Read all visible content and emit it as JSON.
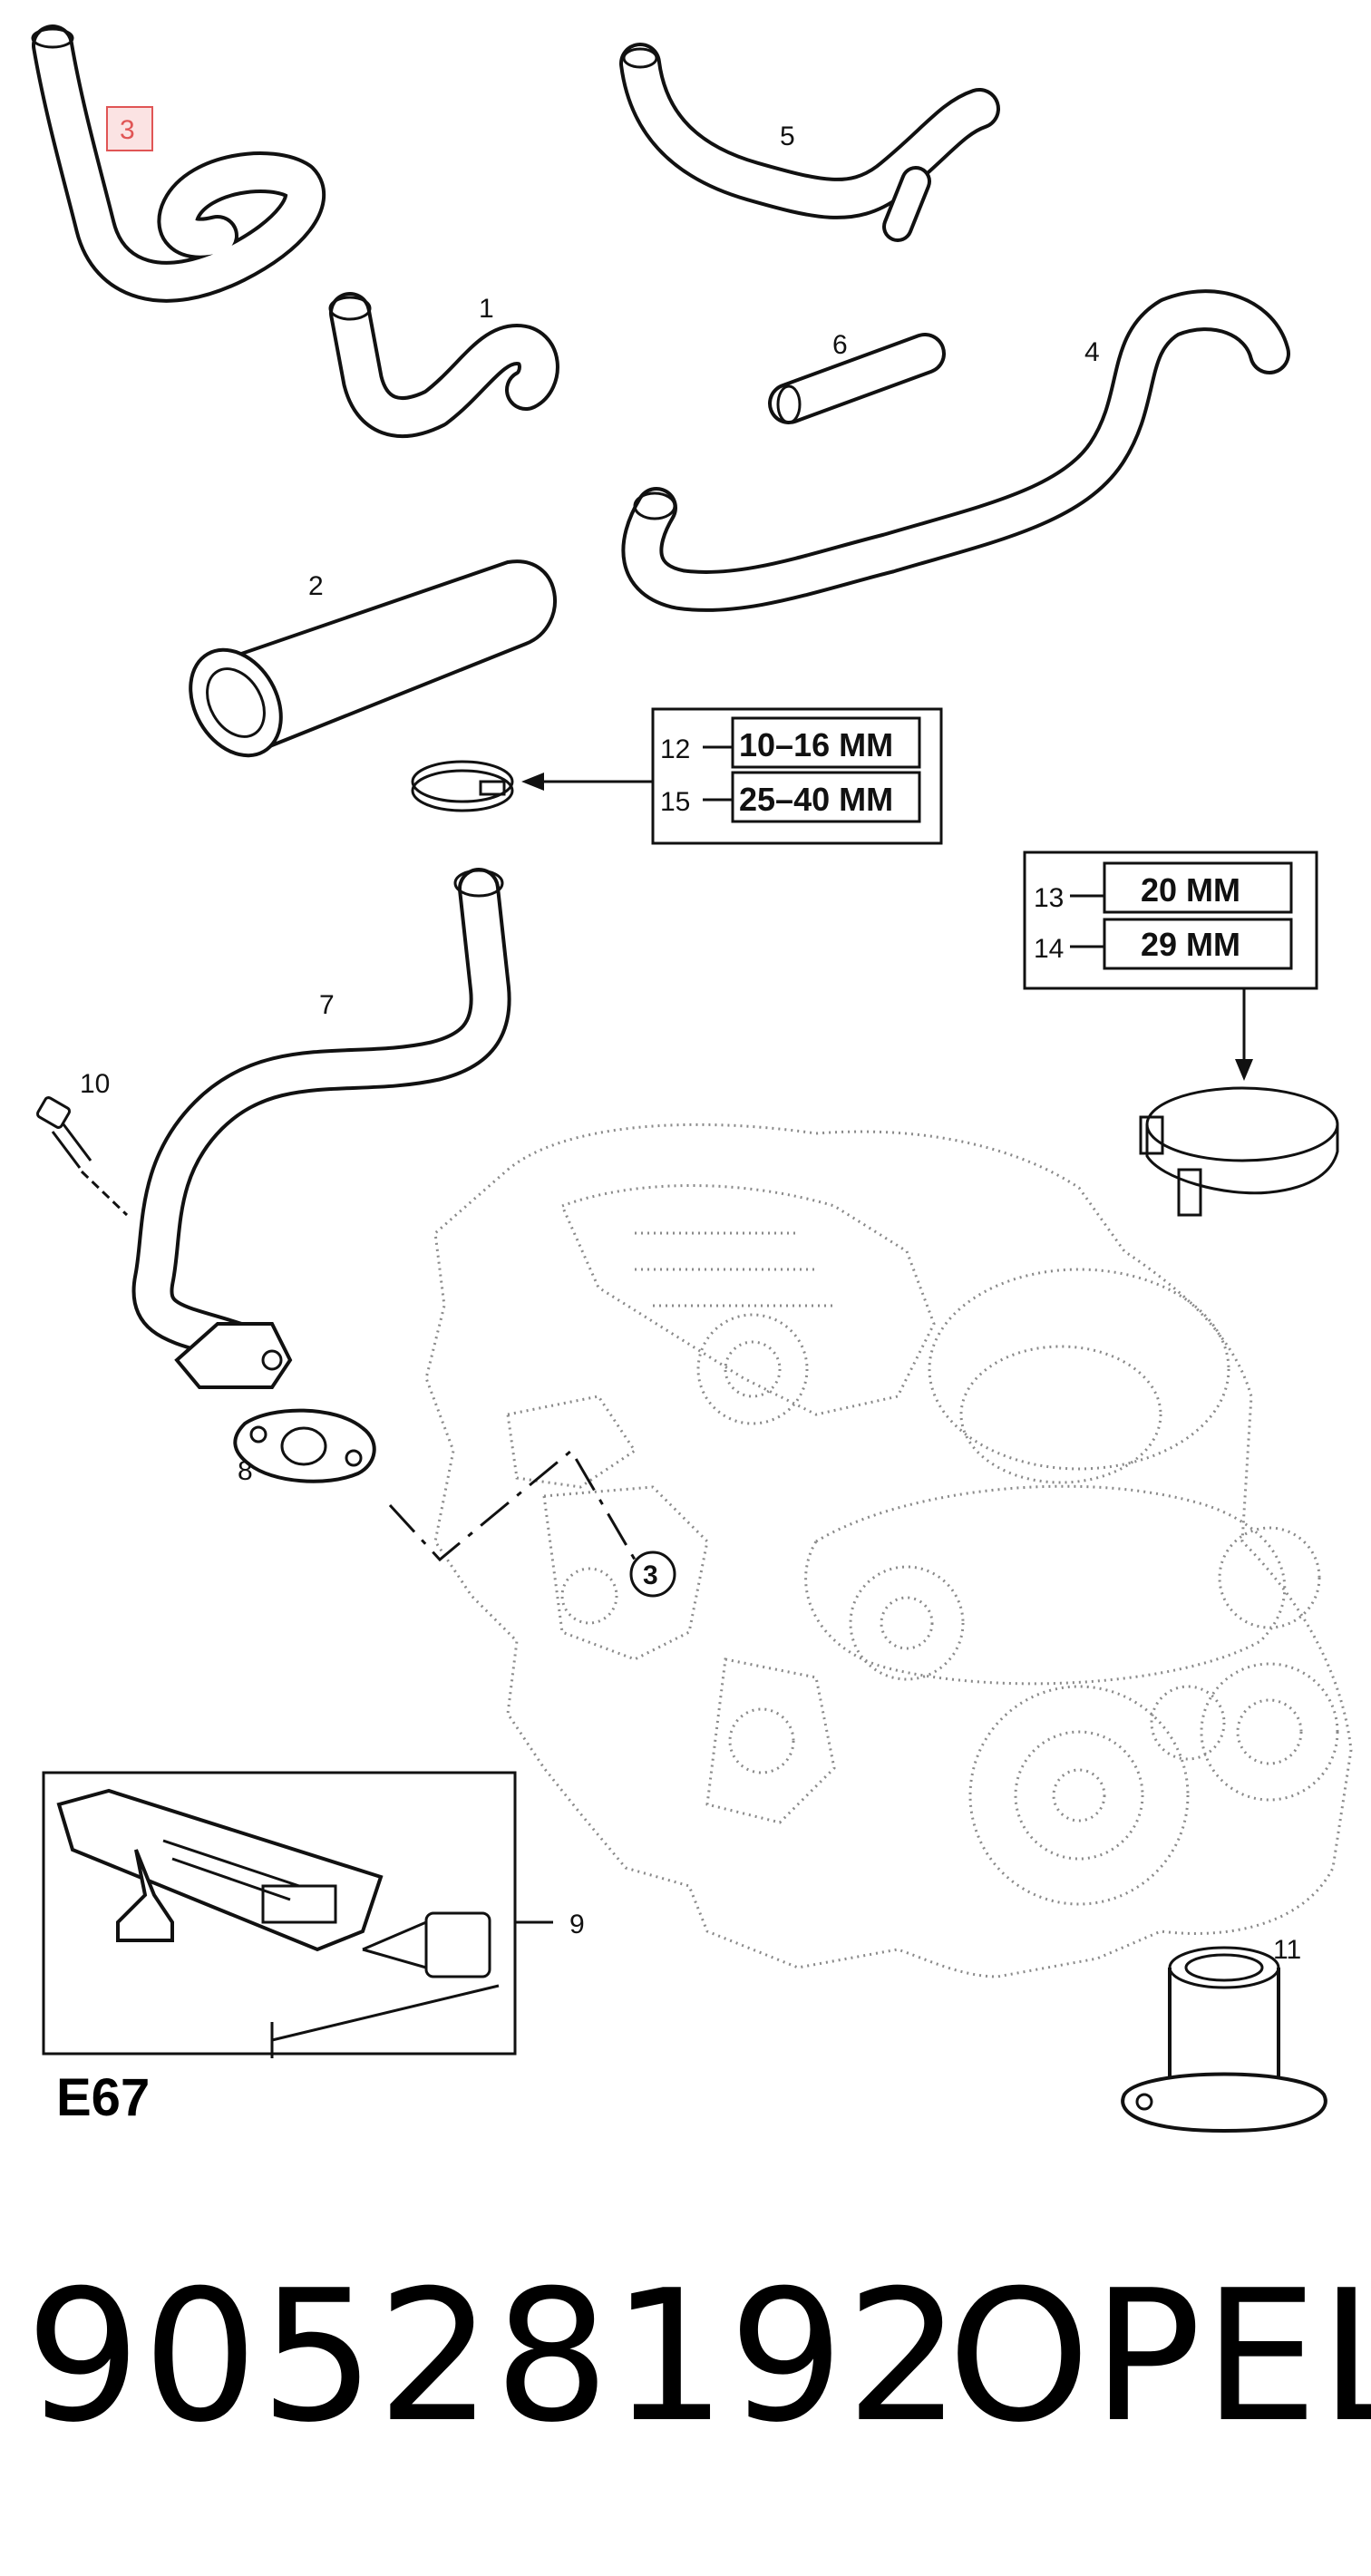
{
  "callouts": {
    "c1": "1",
    "c2": "2",
    "c3": "3",
    "c4": "4",
    "c5": "5",
    "c6": "6",
    "c7": "7",
    "c8": "8",
    "c9": "9",
    "c10": "10",
    "c11": "11"
  },
  "clamp_box_small": {
    "rows": [
      {
        "ref": "12",
        "size": "10–16 MM"
      },
      {
        "ref": "15",
        "size": "25–40 MM"
      }
    ]
  },
  "clamp_box_large": {
    "rows": [
      {
        "ref": "13",
        "size": "20 MM"
      },
      {
        "ref": "14",
        "size": "29 MM"
      }
    ]
  },
  "sealant_kit_code": "E67",
  "engine_marker": "3",
  "footer": {
    "part_number": "90528192",
    "brand": "OPEL"
  },
  "colors": {
    "line": "#111111",
    "highlight": "#e05555",
    "engine_dots": "#8a8a8a"
  }
}
